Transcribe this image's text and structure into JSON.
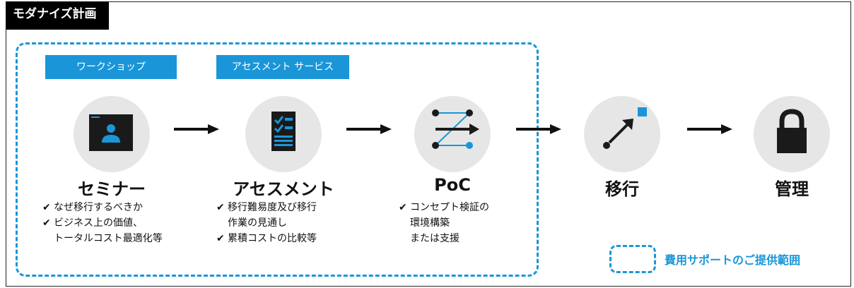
{
  "header": {
    "title": "モダナイズ計画"
  },
  "groups": [
    {
      "label": "ワークショップ"
    },
    {
      "label": "アセスメント サービス"
    }
  ],
  "steps": [
    {
      "title": "セミナー",
      "icon": "screen-person-icon",
      "bullets": [
        {
          "lines": [
            "なぜ移行するべきか"
          ]
        },
        {
          "lines": [
            "ビジネス上の価値、",
            "トータルコスト最適化等"
          ]
        }
      ]
    },
    {
      "title": "アセスメント",
      "icon": "checklist-icon",
      "bullets": [
        {
          "lines": [
            "移行難易度及び移行",
            "作業の見通し"
          ]
        },
        {
          "lines": [
            "累積コストの比較等"
          ]
        }
      ]
    },
    {
      "title": "PoC",
      "icon": "flow-nodes-icon",
      "bullets": [
        {
          "lines": [
            "コンセプト検証の",
            "環境構築",
            "または支援"
          ]
        }
      ]
    },
    {
      "title": "移行",
      "icon": "migrate-arrow-icon",
      "bullets": []
    },
    {
      "title": "管理",
      "icon": "lock-icon",
      "bullets": []
    }
  ],
  "legend": {
    "label": "費用サポートのご提供範囲"
  },
  "colors": {
    "accent": "#1a96d8",
    "circle": "#e6e6e6",
    "dark": "#111111"
  }
}
